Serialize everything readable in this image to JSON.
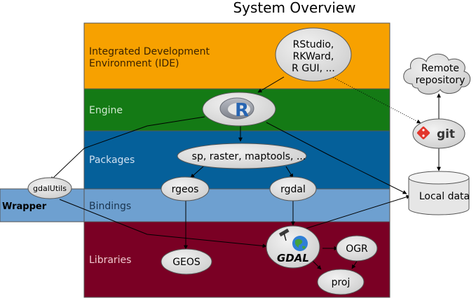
{
  "title": "System Overview",
  "layers": {
    "ide": {
      "label_line1": "Integrated Development",
      "label_line2": "Environment (IDE)",
      "color": "#f7a100"
    },
    "engine": {
      "label": "Engine",
      "color": "#147a15"
    },
    "packages": {
      "label": "Packages",
      "color": "#05609a"
    },
    "bindings": {
      "label": "Bindings",
      "color": "#6ea0d0"
    },
    "libraries": {
      "label": "Libraries",
      "color": "#7a0024"
    },
    "wrapper": {
      "label": "Wrapper",
      "color": "#6ea0d0"
    }
  },
  "nodes": {
    "ide_tools": {
      "line1": "RStudio,",
      "line2": "RKWard,",
      "line3": "R GUI, ..."
    },
    "r_engine": {
      "logo_text": "R"
    },
    "packages": {
      "label": "sp, raster, maptools, ..."
    },
    "rgeos": {
      "label": "rgeos"
    },
    "rgdal": {
      "label": "rgdal"
    },
    "geos": {
      "label": "GEOS"
    },
    "gdal": {
      "label": "GDAL"
    },
    "ogr": {
      "label": "OGR"
    },
    "proj": {
      "label": "proj"
    },
    "gdalutils": {
      "label": "gdalUtils"
    },
    "remote": {
      "line1": "Remote",
      "line2": "repository"
    },
    "git": {
      "label": "git"
    },
    "local": {
      "label": "Local data"
    }
  },
  "colors": {
    "node_fill": "#dedede",
    "node_stroke": "#555555",
    "git_red": "#e2362c"
  }
}
